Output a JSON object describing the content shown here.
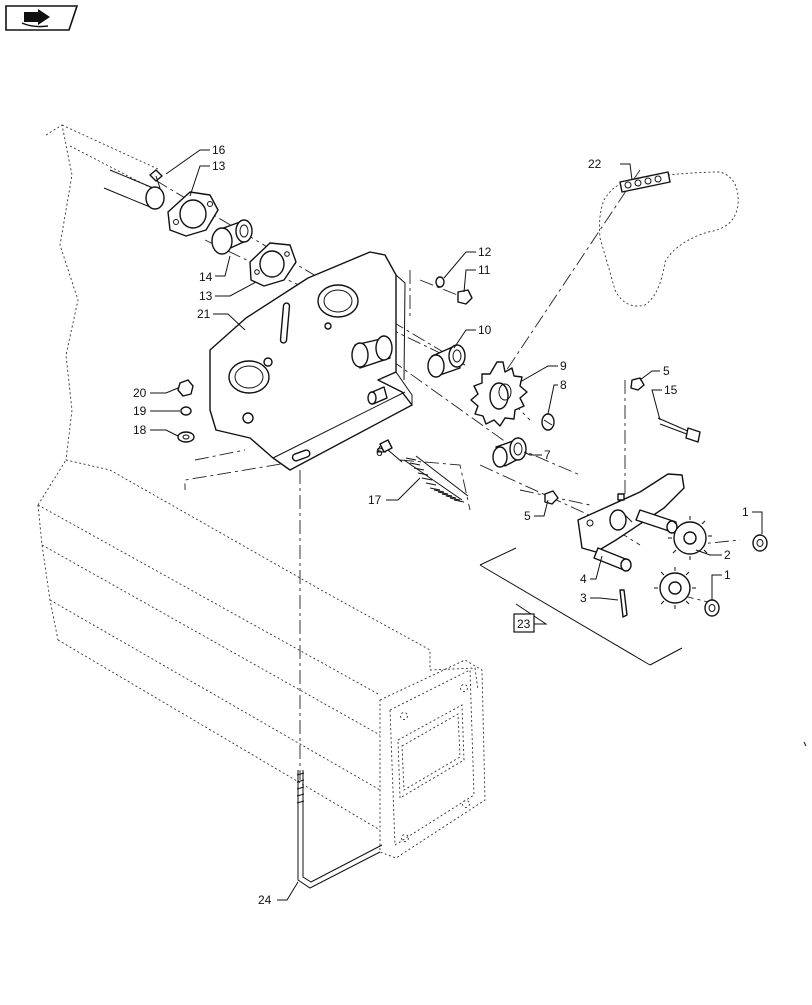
{
  "nav_icon": "book-arrow-icon",
  "callouts": [
    {
      "id": "c16",
      "text": "16"
    },
    {
      "id": "c13a",
      "text": "13"
    },
    {
      "id": "c14",
      "text": "14"
    },
    {
      "id": "c13b",
      "text": "13"
    },
    {
      "id": "c21",
      "text": "21"
    },
    {
      "id": "c12",
      "text": "12"
    },
    {
      "id": "c11",
      "text": "11"
    },
    {
      "id": "c10",
      "text": "10"
    },
    {
      "id": "c22",
      "text": "22"
    },
    {
      "id": "c9",
      "text": "9"
    },
    {
      "id": "c8",
      "text": "8"
    },
    {
      "id": "c7",
      "text": "7"
    },
    {
      "id": "c20",
      "text": "20"
    },
    {
      "id": "c19",
      "text": "19"
    },
    {
      "id": "c18",
      "text": "18"
    },
    {
      "id": "c6",
      "text": "6"
    },
    {
      "id": "c17",
      "text": "17"
    },
    {
      "id": "c5a",
      "text": "5"
    },
    {
      "id": "c15",
      "text": "15"
    },
    {
      "id": "c5b",
      "text": "5"
    },
    {
      "id": "c1a",
      "text": "1"
    },
    {
      "id": "c2",
      "text": "2"
    },
    {
      "id": "c1b",
      "text": "1"
    },
    {
      "id": "c4",
      "text": "4"
    },
    {
      "id": "c3",
      "text": "3"
    },
    {
      "id": "c23",
      "text": "23"
    },
    {
      "id": "c24",
      "text": "24"
    }
  ]
}
